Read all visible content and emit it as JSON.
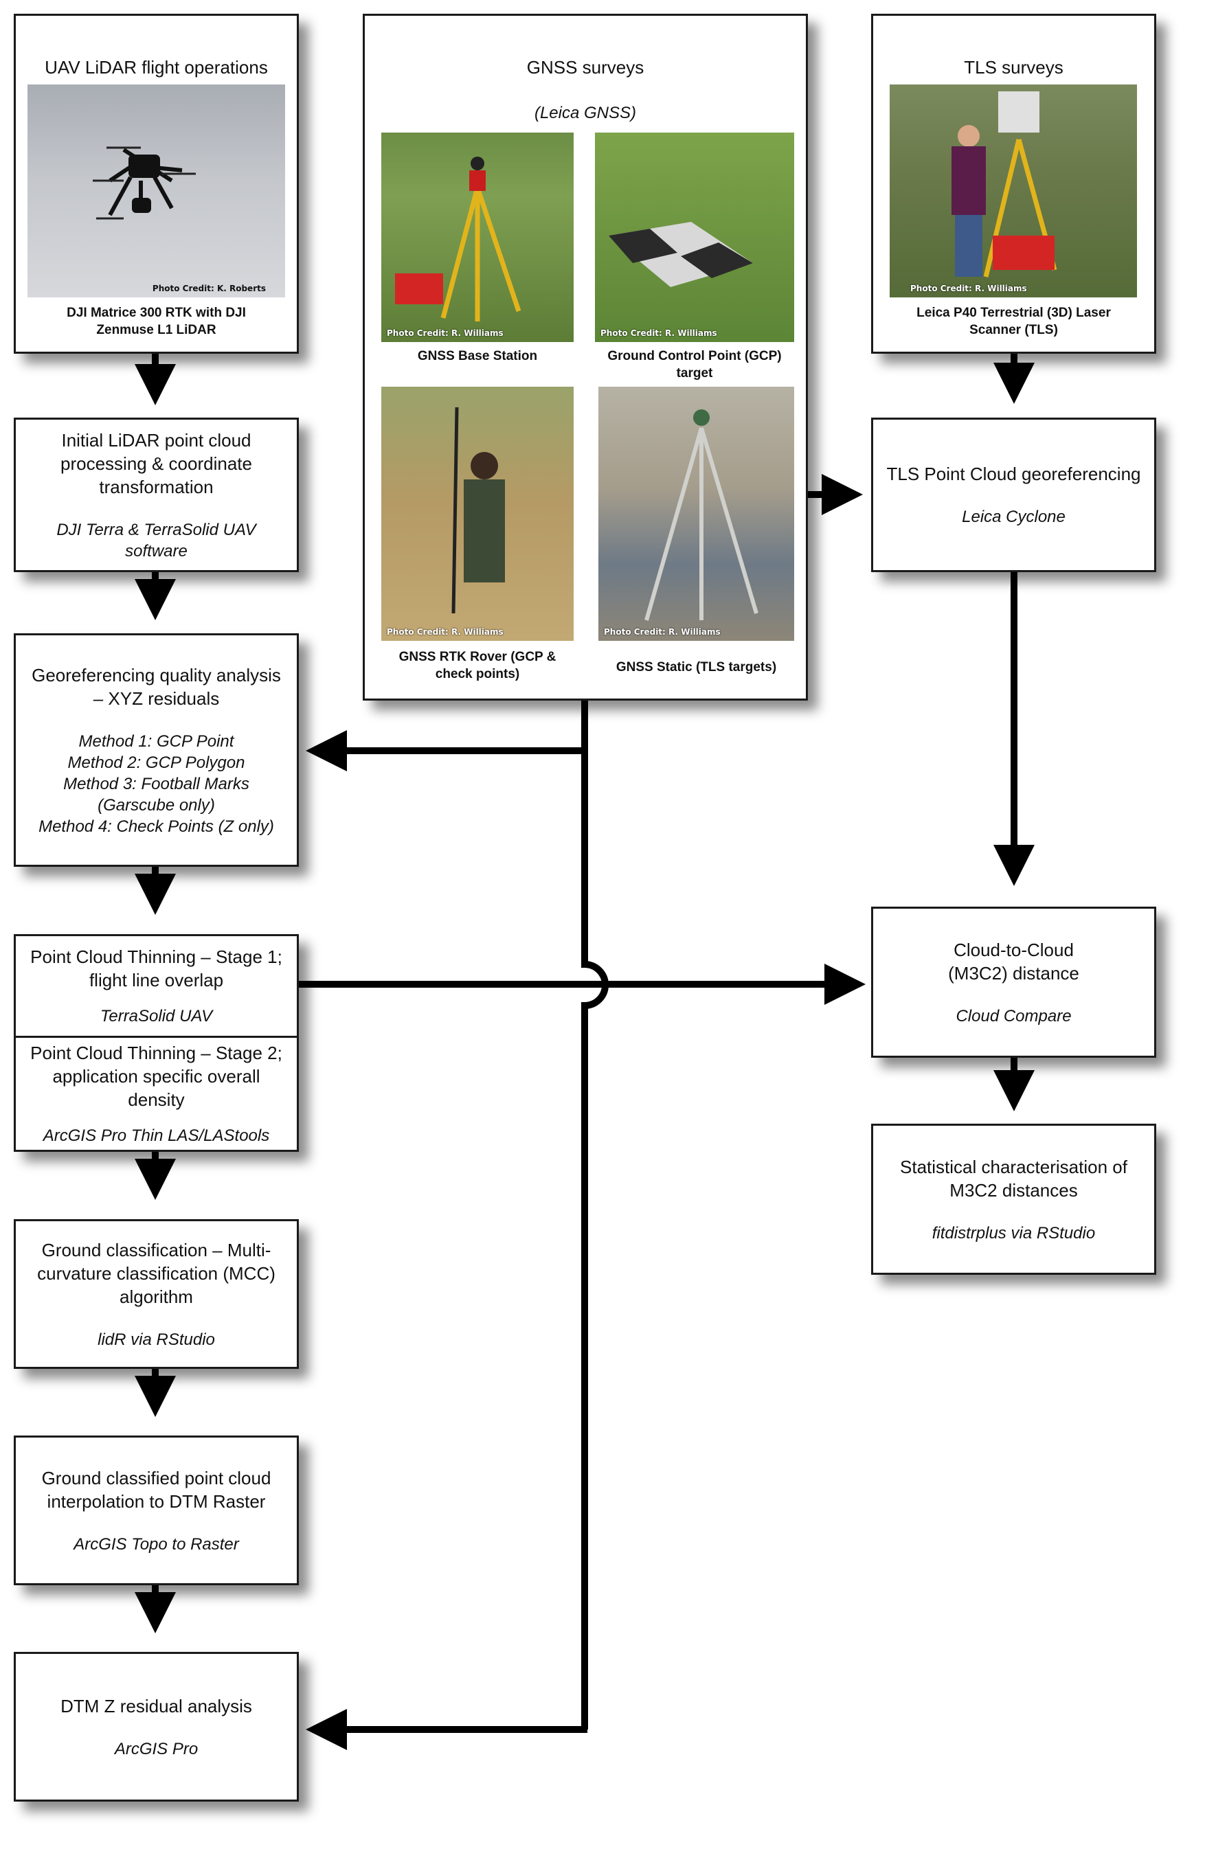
{
  "uav": {
    "title": "UAV LiDAR flight operations",
    "photo_credit": "Photo Credit: K. Roberts",
    "caption": "DJI Matrice 300 RTK with DJI Zenmuse L1 LiDAR"
  },
  "gnss": {
    "title": "GNSS surveys",
    "subtitle": "(Leica GNSS)",
    "photos": [
      {
        "credit": "Photo Credit: R. Williams",
        "caption": "GNSS Base Station"
      },
      {
        "credit": "Photo Credit: R. Williams",
        "caption": "Ground Control Point (GCP) target"
      },
      {
        "credit": "Photo Credit: R. Williams",
        "caption": "GNSS RTK Rover (GCP & check points)"
      },
      {
        "credit": "Photo Credit: R. Williams",
        "caption": "GNSS Static (TLS targets)"
      }
    ]
  },
  "tls": {
    "title": "TLS surveys",
    "photo_credit": "Photo Credit: R. Williams",
    "caption": "Leica P40 Terrestrial (3D) Laser Scanner (TLS)"
  },
  "steps": {
    "initial": {
      "title": "Initial LiDAR point cloud processing & coordinate transformation",
      "software": "DJI Terra & TerraSolid UAV software"
    },
    "georef_quality": {
      "title": "Georeferencing quality analysis – XYZ residuals",
      "methods": [
        "Method 1: GCP Point",
        "Method 2: GCP Polygon",
        "Method 3: Football Marks",
        "(Garscube only)",
        "Method 4: Check Points (Z only)"
      ]
    },
    "thin1": {
      "title": "Point Cloud Thinning – Stage 1; flight line overlap",
      "software": "TerraSolid UAV"
    },
    "thin2": {
      "title": "Point Cloud Thinning – Stage 2; application specific overall density",
      "software": "ArcGIS Pro Thin LAS/LAStools"
    },
    "ground": {
      "title": "Ground classification – Multi-curvature classification (MCC) algorithm",
      "software": "lidR via RStudio"
    },
    "interp": {
      "title": "Ground classified point cloud interpolation to DTM Raster",
      "software": "ArcGIS Topo to Raster"
    },
    "dtm": {
      "title": "DTM Z residual analysis",
      "software": "ArcGIS Pro"
    },
    "tls_georef": {
      "title": "TLS Point Cloud georeferencing",
      "software": "Leica Cyclone"
    },
    "c2c": {
      "title": "Cloud-to-Cloud (M3C2) distance",
      "software": "Cloud Compare"
    },
    "stats": {
      "title": "Statistical characterisation of M3C2 distances",
      "software_main": "fitdistrplus",
      "software_rest": " via RStudio"
    }
  }
}
